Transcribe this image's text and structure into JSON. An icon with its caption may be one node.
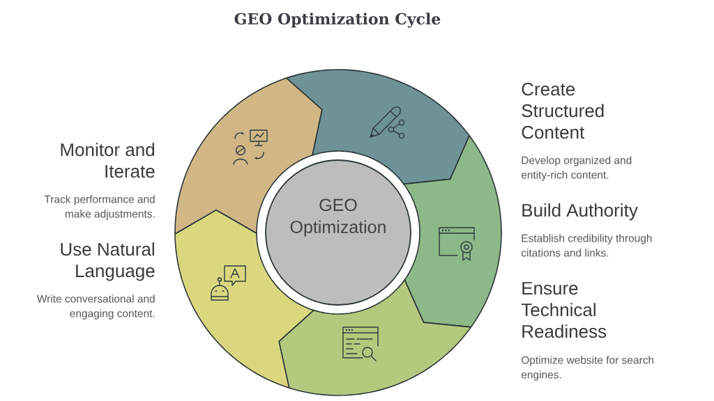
{
  "diagram": {
    "title": "GEO Optimization Cycle",
    "nodes": [
      {
        "text": [],
        "shape": "segment",
        "beside": [
          "Create Structured Content",
          "Develop organized and entity-rich content."
        ]
      },
      {
        "text": [],
        "shape": "segment",
        "beside": [
          "Build Authority",
          "Establish credibility through citations and links."
        ]
      },
      {
        "text": [],
        "shape": "segment",
        "beside": [
          "Ensure Technical Readiness",
          "Optimize website for search engines."
        ]
      },
      {
        "text": [],
        "shape": "segment",
        "beside": [
          "Use Natural Language",
          "Write conversational and engaging content."
        ]
      },
      {
        "text": [],
        "shape": "segment",
        "beside": [
          "Monitor and Iterate",
          "Track performance and make adjustments."
        ]
      },
      {
        "text": [
          "GEO Optimization"
        ]
      }
    ]
  }
}
